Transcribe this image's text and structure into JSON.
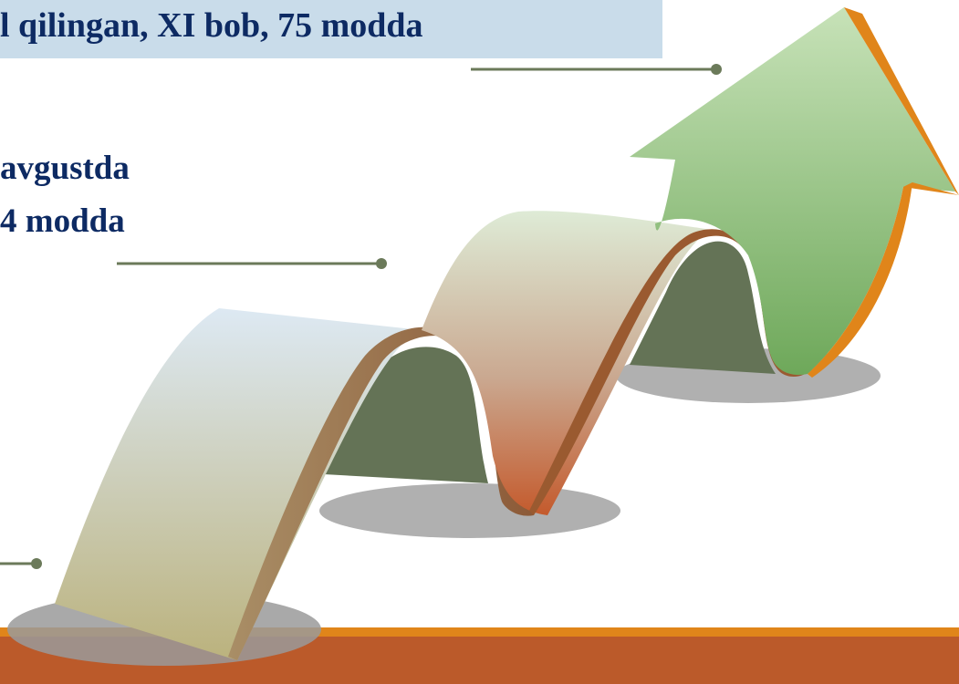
{
  "header": {
    "title": "l qilingan, XI bob, 75 modda"
  },
  "labels": {
    "line2": "avgustda",
    "line3": "4 modda"
  },
  "colors": {
    "title_band": "#c9dcea",
    "text": "#0d2a63",
    "connector": "#6b7a5a",
    "orange": "#e0851a",
    "floor": "#bb5a2a",
    "arrow_green": "#8ec07a",
    "shadow": "#a9a9a9"
  },
  "icons": [
    "rising-wave-arrow-graphic"
  ]
}
